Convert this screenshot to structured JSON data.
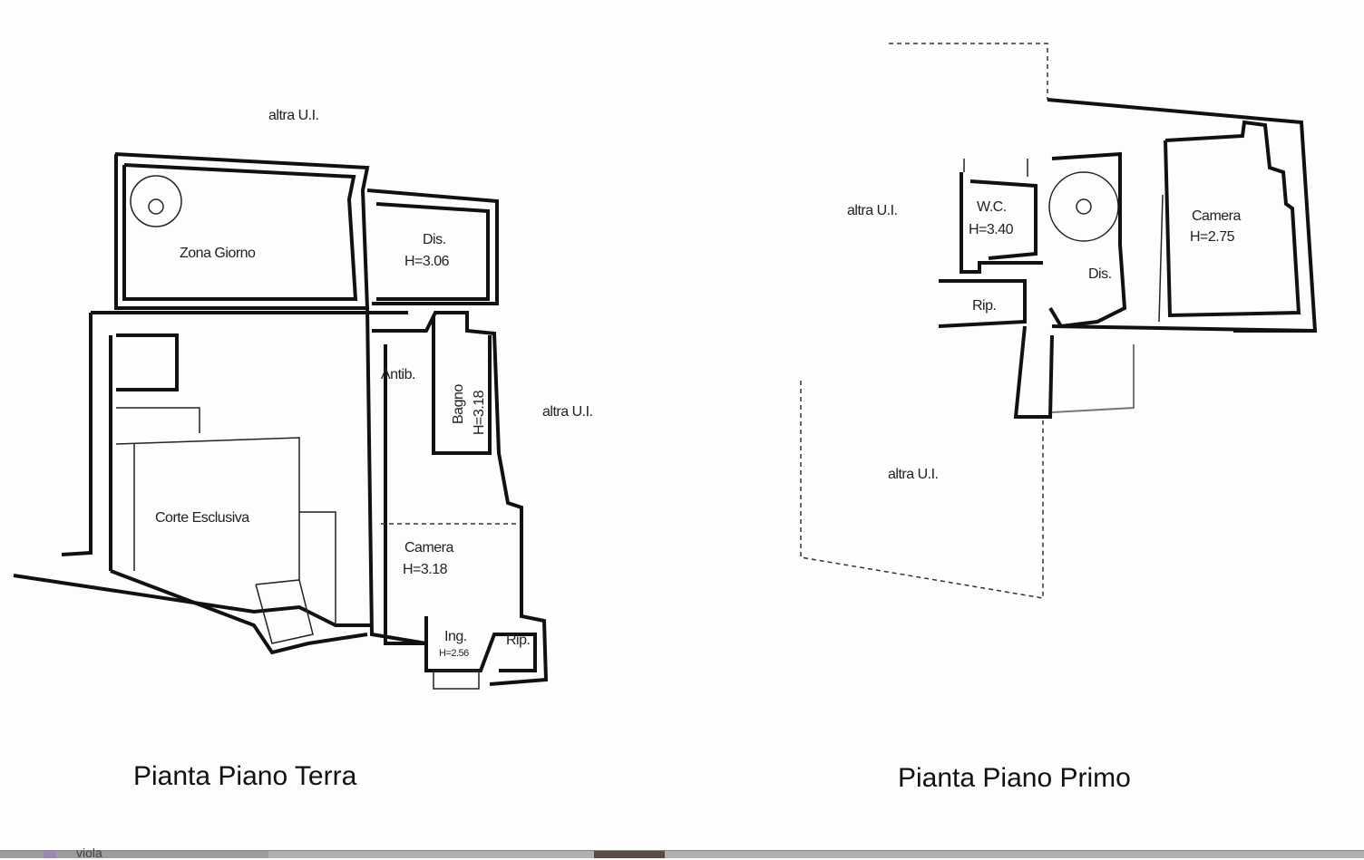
{
  "ground_floor": {
    "title": "Pianta Piano Terra",
    "neighbor_labels": [
      "altra U.I.",
      "altra U.I."
    ],
    "rooms": {
      "zona_giorno": "Zona Giorno",
      "dis_name": "Dis.",
      "dis_height": "H=3.06",
      "antib": "Antib.",
      "bagno_name": "Bagno",
      "bagno_height": "H=3.18",
      "corte": "Corte Esclusiva",
      "camera_name": "Camera",
      "camera_height": "H=3.18",
      "ing_name": "Ing.",
      "ing_height": "H=2.56",
      "rip": "Rip."
    }
  },
  "first_floor": {
    "title": "Pianta Piano Primo",
    "neighbor_labels": [
      "altra U.I.",
      "altra U.I."
    ],
    "rooms": {
      "wc_name": "W.C.",
      "wc_height": "H=3.40",
      "rip": "Rip.",
      "dis": "Dis.",
      "camera_name": "Camera",
      "camera_height": "H=2.75"
    }
  },
  "bottom_strip": {
    "text": "viola"
  }
}
